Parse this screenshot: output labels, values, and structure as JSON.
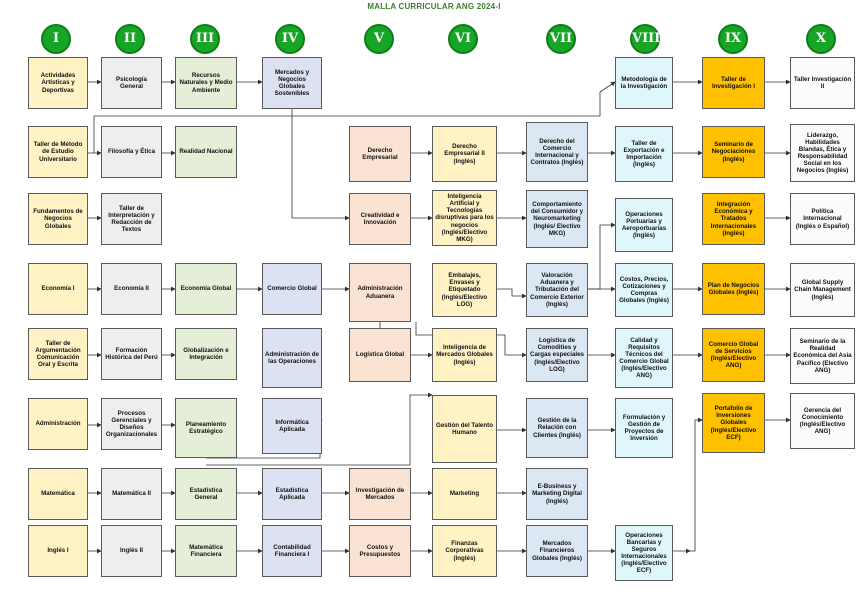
{
  "title": "MALLA CURRICULAR ANG 2024-I",
  "semesters": [
    "I",
    "II",
    "III",
    "IV",
    "V",
    "VI",
    "VII",
    "VIII",
    "IX",
    "X"
  ],
  "courses": {
    "c1_1": "Actividades Artísticas y Deportivas",
    "c1_2": "Taller de Método de Estudio Universitario",
    "c1_3": "Fundamentos de Negocios Globales",
    "c1_4": "Economía I",
    "c1_5": "Taller de Argumentación Comunicación Oral y Escrita",
    "c1_6": "Administración",
    "c1_7": "Matemática",
    "c1_8": "Inglés I",
    "c2_1": "Psicología General",
    "c2_2": "Filosofía y Ética",
    "c2_3": "Taller de Interpretación y Redacción de Textos",
    "c2_4": "Economía II",
    "c2_5": "Formación Histórica del Perú",
    "c2_6": "Procesos Gerenciales y Diseños Organizacionales",
    "c2_7": "Matemática II",
    "c2_8": "Inglés II",
    "c3_1": "Recursos Naturales y Medio Ambiente",
    "c3_2": "Realidad Nacional",
    "c3_4": "Economía Global",
    "c3_5": "Globalización e Integración",
    "c3_6": "Planeamiento Estratégico",
    "c3_7": "Estadística General",
    "c3_8": "Matemática Financiera",
    "c4_1": "Mercados y Negocios Globales Sostenibles",
    "c4_4": "Comercio Global",
    "c4_5": "Administración de las Operaciones",
    "c4_6": "Informática Aplicada",
    "c4_7": "Estadística Aplicada",
    "c4_8": "Contabilidad Financiera I",
    "c5_2": "Derecho Empresarial",
    "c5_3": "Creatividad e Innovación",
    "c5_4": "Administración Aduanera",
    "c5_5": "Logística Global",
    "c5_7": "Investigación de Mercados",
    "c5_8": "Costos y Presupuestos",
    "c6_2": "Derecho Empresarial II (Inglés)",
    "c6_3": "Inteligencia Artificial y Tecnologías disruptivas para los negocios (Inglés/Electivo MKG)",
    "c6_4": "Embalajes, Envases y Etiquetado (Inglés/Electivo LOG)",
    "c6_5": "Inteligencia de Mercados Globales (Inglés)",
    "c6_6": "Gestión del Talento Humano",
    "c6_7": "Marketing",
    "c6_8": "Finanzas Corporativas (Inglés)",
    "c7_2": "Derecho del Comercio Internacional y Contratos (Inglés)",
    "c7_3": "Comportamiento del Consumidor y Neuromarketing (Inglés/ Electivo MKG)",
    "c7_4": "Valoración Aduanera y Tributación del Comercio Exterior (Inglés)",
    "c7_5": "Logística de Comodities y Cargas especiales (Inglés/Electivo LOG)",
    "c7_6": "Gestión de la Relación con Clientes (Inglés)",
    "c7_7": "E-Business y Marketing Digital (Inglés)",
    "c7_8": "Mercados Financieros Globales (Inglés)",
    "c8_1": "Metodología de la Investigación",
    "c8_2": "Taller de Exportación e Importación (Inglés)",
    "c8_3": "Operaciones Portuarias y Aeroportuarias (Inglés)",
    "c8_4": "Costos, Precios, Cotizaciones y Compras Globales (Inglés)",
    "c8_5": "Calidad y Requisitos Técnicos del Comercio Global (Inglés/Electivo ANG)",
    "c8_6": "Formulación y Gestión de Proyectos de Inversión",
    "c8_8": "Operaciones Bancarias y Seguros Internacionales (Inglés/Electivo ECF)",
    "c9_1": "Taller de Investigación I",
    "c9_2": "Seminario de Negociaciones (Inglés)",
    "c9_3": "Integración Económica y Tratados Internacionales (Inglés)",
    "c9_4": "Plan de Negocios Globales (Inglés)",
    "c9_5": "Comercio Global de Servicios (Inglés/Electivo ANG)",
    "c9_6": "Portafolio de Inversiones Globales (Inglés/Electivo ECF)",
    "c10_1": "Taller Investigación II",
    "c10_2": "Liderazgo, Habilidades Blandas, Ética y Responsabilidad Social en los Negocios (Inglés)",
    "c10_3": "Política Internacional (Inglés o Español)",
    "c10_4": "Global Supply Chain Management (Inglés)",
    "c10_5": "Seminario de la Realidad Económica del Asia Pacífico (Electivo ANG)",
    "c10_6": "Gerencia del Conocimiento (Inglés/Electivo ANG)"
  },
  "colors": {
    "semester_circle": "#17a526",
    "title": "#3a7d2c",
    "required_highlight": "#ffc000"
  }
}
